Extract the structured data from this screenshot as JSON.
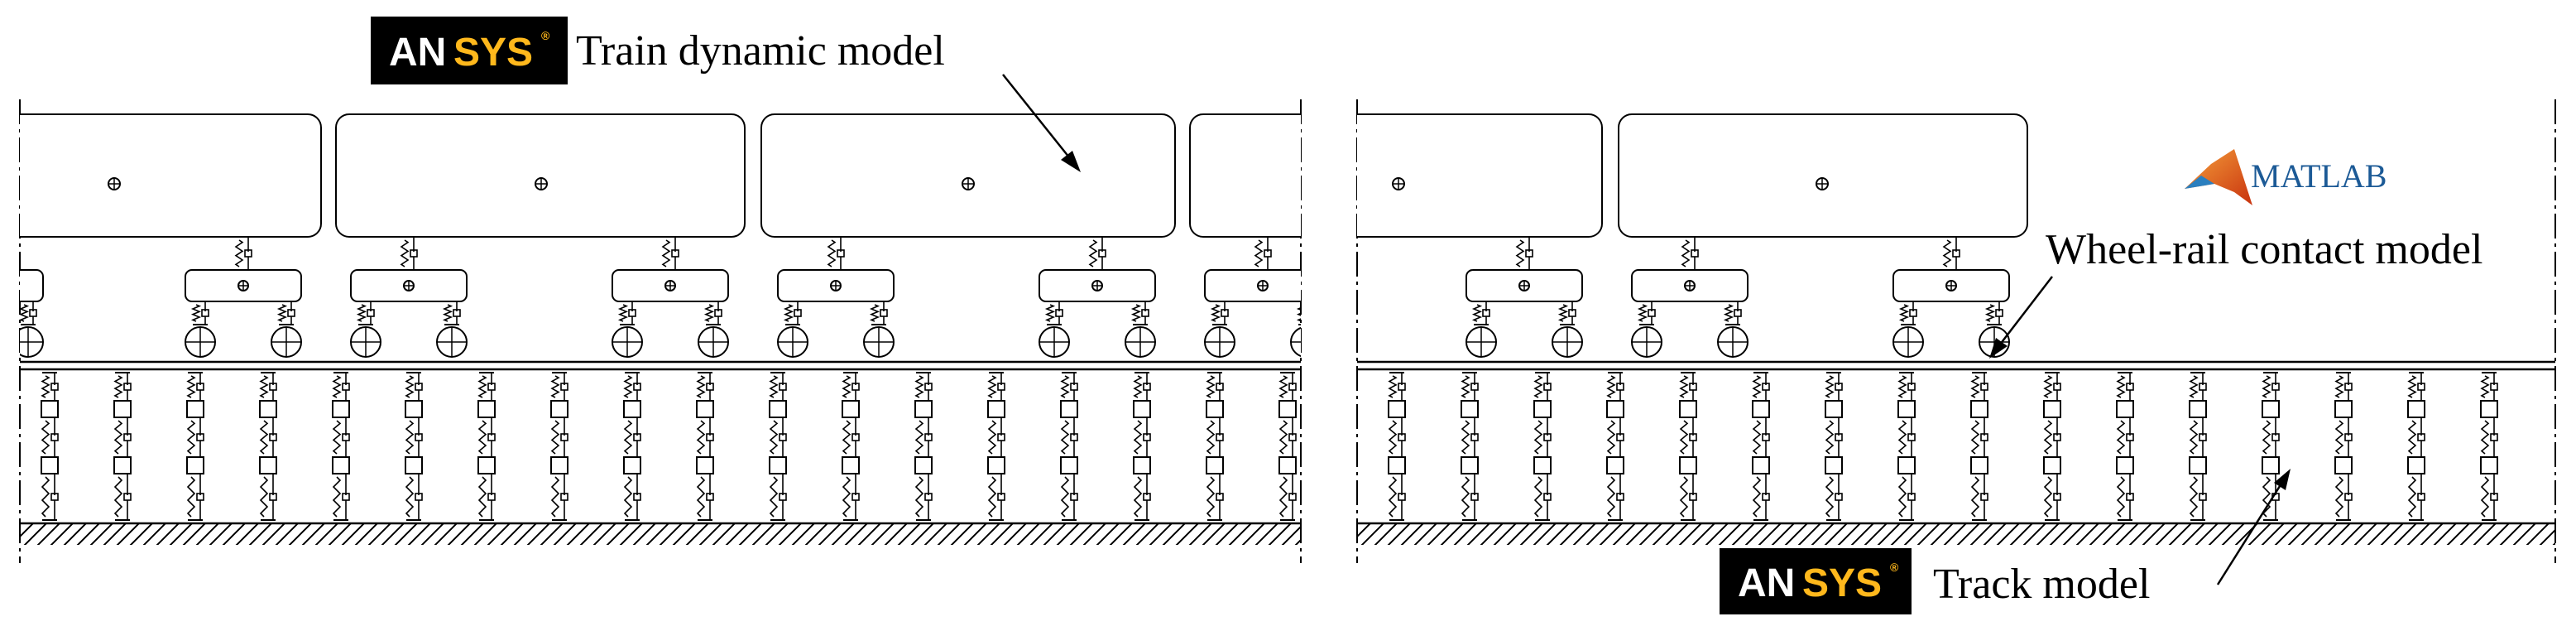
{
  "labels": {
    "train_model": "Train dynamic model",
    "contact_model": "Wheel-rail contact model",
    "track_model": "Track model"
  },
  "logos": {
    "ansys_top": {
      "prefix": "AN",
      "suffix": "SYS",
      "mark": "®"
    },
    "ansys_bottom": {
      "prefix": "AN",
      "suffix": "SYS",
      "mark": "®"
    },
    "matlab": {
      "text": "MATLAB"
    }
  },
  "colors": {
    "line": "#000000",
    "ansys_bg": "#000000",
    "ansys_sys": "#ffb81c",
    "matlab_text": "#1c5a96",
    "matlab_icon": "#e8641c"
  }
}
